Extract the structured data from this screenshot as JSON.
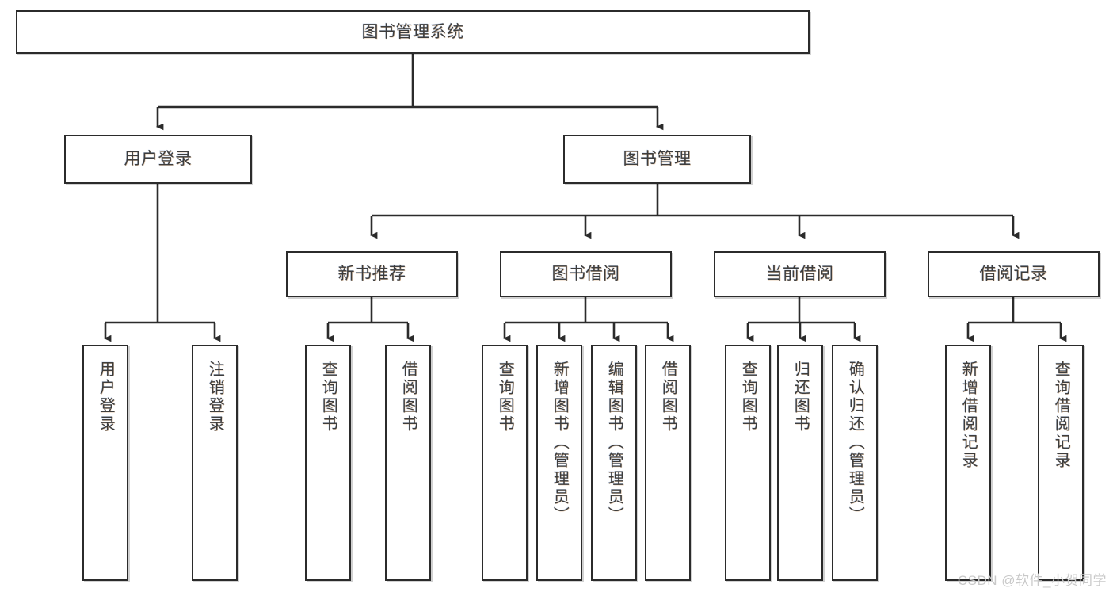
{
  "diagram": {
    "type": "tree",
    "title": "图书管理系统",
    "orientation": "top-down",
    "edge_style": "orthogonal-arrow",
    "colors": {
      "box_border": "#2b2b2b",
      "box_fill": "#ffffff",
      "text": "#3d3d3d",
      "line": "#2b2b2b",
      "watermark": "#c9c9c9",
      "background": "#ffffff"
    }
  },
  "nodes": {
    "root": {
      "label": "图书管理系统",
      "level": 0
    },
    "level1": [
      {
        "id": "user-login",
        "label": "用户登录"
      },
      {
        "id": "book-management",
        "label": "图书管理"
      }
    ],
    "level2": [
      {
        "id": "new-book-recommend",
        "label": "新书推荐",
        "parent": "book-management"
      },
      {
        "id": "book-borrow",
        "label": "图书借阅",
        "parent": "book-management"
      },
      {
        "id": "current-borrow",
        "label": "当前借阅",
        "parent": "book-management"
      },
      {
        "id": "borrow-record",
        "label": "借阅记录",
        "parent": "book-management"
      }
    ],
    "leaves": {
      "user-login": [
        {
          "id": "leaf-user-login",
          "label": "用户登录"
        },
        {
          "id": "leaf-logout-login",
          "label": "注销登录"
        }
      ],
      "new-book-recommend": [
        {
          "id": "leaf-query-books-1",
          "label": "查询图书"
        },
        {
          "id": "leaf-borrow-books-1",
          "label": "借阅图书"
        }
      ],
      "book-borrow": [
        {
          "id": "leaf-query-books-2",
          "label": "查询图书"
        },
        {
          "id": "leaf-add-book",
          "label": "新增图书（管理员）"
        },
        {
          "id": "leaf-edit-book",
          "label": "编辑图书（管理员）"
        },
        {
          "id": "leaf-borrow-books-2",
          "label": "借阅图书"
        }
      ],
      "current-borrow": [
        {
          "id": "leaf-query-books-3",
          "label": "查询图书"
        },
        {
          "id": "leaf-return-book",
          "label": "归还图书"
        },
        {
          "id": "leaf-confirm-return",
          "label": "确认归还（管理员）"
        }
      ],
      "borrow-record": [
        {
          "id": "leaf-add-record",
          "label": "新增借阅记录"
        },
        {
          "id": "leaf-query-record",
          "label": "查询借阅记录"
        }
      ]
    }
  },
  "watermark": {
    "text": "CSDN @软件_小贺同学"
  }
}
